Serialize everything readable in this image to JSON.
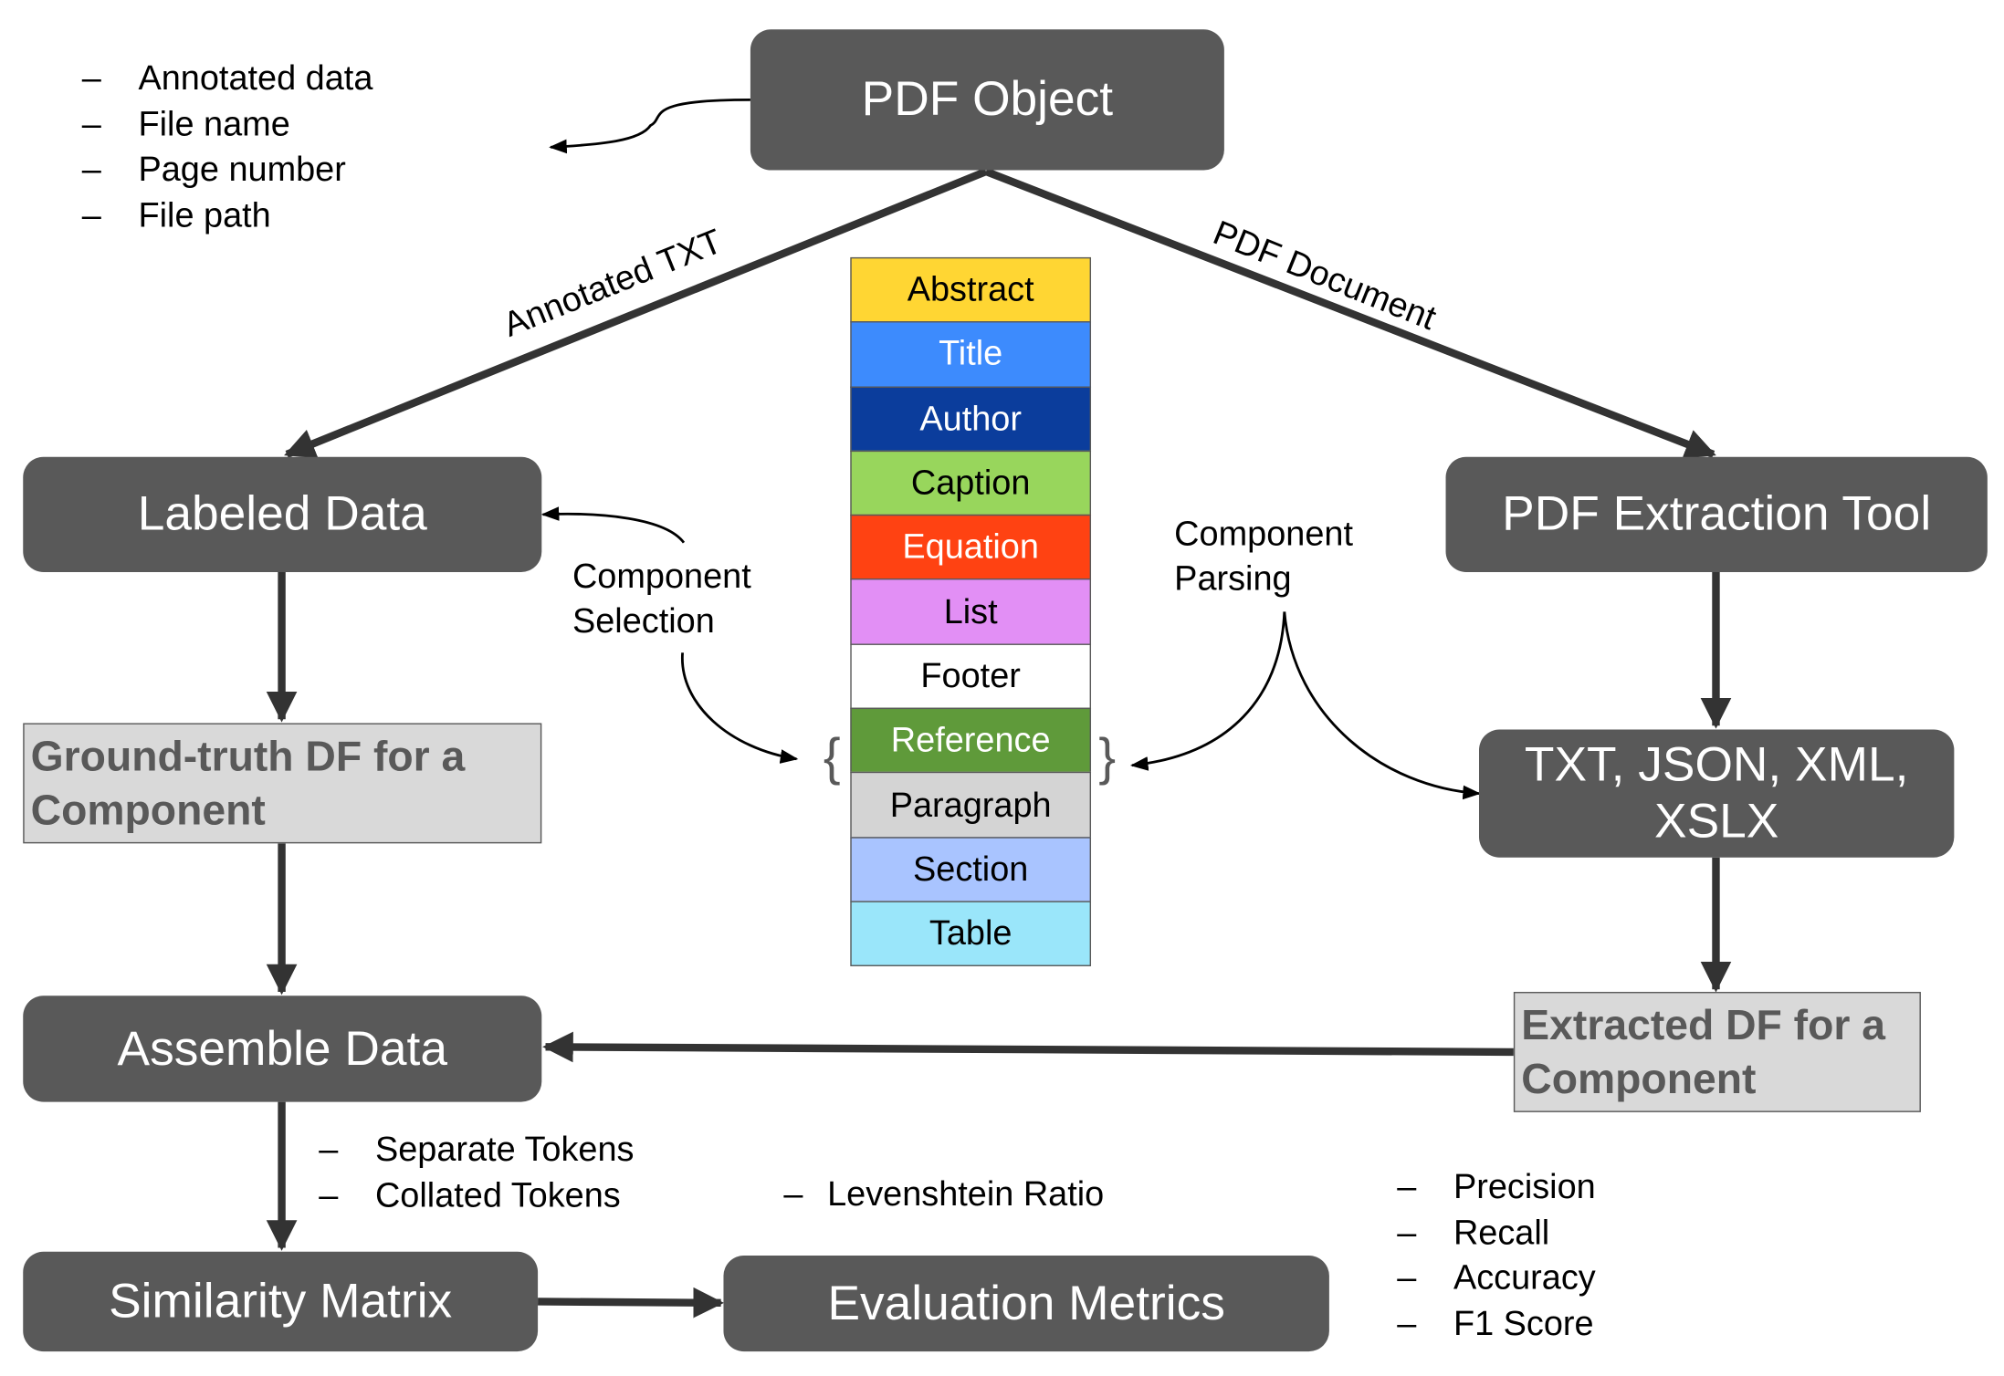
{
  "nodes": {
    "pdf_object": "PDF Object",
    "labeled_data": "Labeled Data",
    "pdf_extraction_tool": "PDF Extraction Tool",
    "ground_truth_df": "Ground-truth DF for a Component",
    "formats": "TXT, JSON, XML, XSLX",
    "assemble_data": "Assemble Data",
    "extracted_df": "Extracted DF for a Component",
    "similarity_matrix": "Similarity Matrix",
    "evaluation_metrics": "Evaluation Metrics"
  },
  "edge_labels": {
    "annotated_txt": "Annotated TXT",
    "pdf_document": "PDF Document",
    "component_selection": [
      "Component",
      "Selection"
    ],
    "component_parsing": [
      "Component",
      "Parsing"
    ]
  },
  "pdf_object_metadata": [
    "Annotated data",
    "File name",
    "Page number",
    "File path"
  ],
  "token_methods": [
    "Separate Tokens",
    "Collated Tokens"
  ],
  "similarity_measure": [
    "Levenshtein Ratio"
  ],
  "metrics": [
    "Precision",
    "Recall",
    "Accuracy",
    "F1 Score"
  ],
  "dash_glyph": "–",
  "brace_open": "{",
  "brace_close": "}",
  "components": [
    {
      "label": "Abstract",
      "bg": "#ffd633",
      "fg": "#000000"
    },
    {
      "label": "Title",
      "bg": "#3d8bfd",
      "fg": "#ffffff"
    },
    {
      "label": "Author",
      "bg": "#0b3d9c",
      "fg": "#ffffff"
    },
    {
      "label": "Caption",
      "bg": "#98d65c",
      "fg": "#000000"
    },
    {
      "label": "Equation",
      "bg": "#ff4212",
      "fg": "#ffffff"
    },
    {
      "label": "List",
      "bg": "#e28ff5",
      "fg": "#000000"
    },
    {
      "label": "Footer",
      "bg": "#ffffff",
      "fg": "#000000"
    },
    {
      "label": "Reference",
      "bg": "#5f9a3a",
      "fg": "#ffffff"
    },
    {
      "label": "Paragraph",
      "bg": "#d4d4d4",
      "fg": "#000000"
    },
    {
      "label": "Section",
      "bg": "#a9c4ff",
      "fg": "#000000"
    },
    {
      "label": "Table",
      "bg": "#9ae6fa",
      "fg": "#000000"
    }
  ],
  "colors": {
    "node_fill": "#595959",
    "df_fill": "#d9d9d9",
    "arrow": "#333333",
    "text_dark": "#000000",
    "text_light": "#ffffff"
  }
}
